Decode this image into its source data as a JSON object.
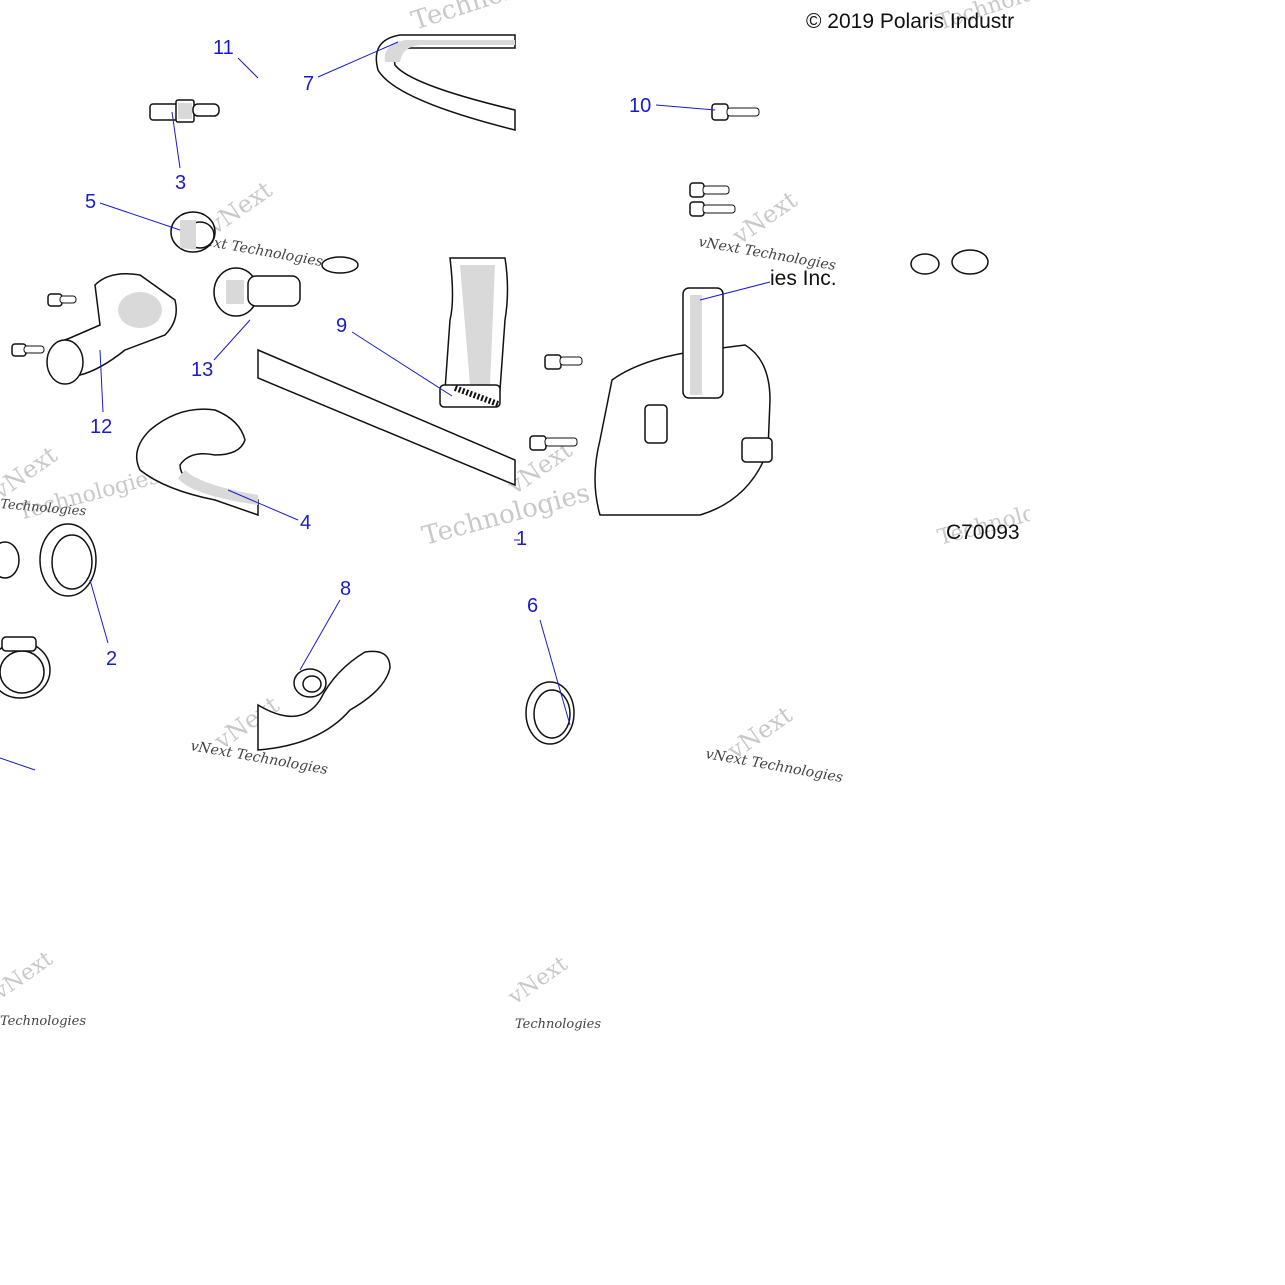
{
  "diagram": {
    "copyright": "© 2019 Polaris Industr",
    "copyright_fragment": "ies Inc.",
    "figure_code": "C70093",
    "watermark_brand": "vNext",
    "watermark_company": "Technologies",
    "watermark_caption": "vNext Technologies",
    "callouts": [
      "1",
      "2",
      "3",
      "4",
      "5",
      "6",
      "7",
      "8",
      "9",
      "10",
      "11",
      "12",
      "13"
    ],
    "colors": {
      "callout": "#1a1ad0",
      "line": "#111111",
      "watermark": "#c9c9c9"
    }
  }
}
